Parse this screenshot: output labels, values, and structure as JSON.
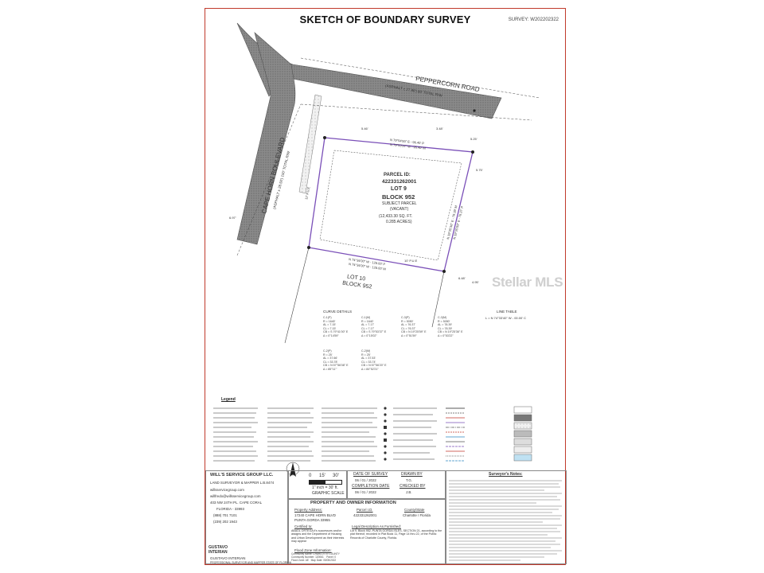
{
  "sheet": {
    "title": "SKETCH OF BOUNDARY SURVEY",
    "survey_number": "SURVEY: W202202322"
  },
  "streets": {
    "peppercorn_name": "PEPPERCORN ROAD",
    "peppercorn_sub": "(ASPHALT ± 27.80') 80' TOTAL R/W",
    "capehorn_name": "CAPE HORN BOULEVARD",
    "capehorn_sub": "(ASPHALT ± 28.50') 100' TOTAL R/W"
  },
  "parcel": {
    "id_label": "PARCEL ID:",
    "id": "422331262001",
    "lot": "LOT 9",
    "block": "BLOCK 952",
    "subject": "SUBJECT PARCEL",
    "status": "(VACANT)",
    "area_sqft": "(12,433.30 SQ. FT.",
    "area_acres": "0.285 ACRES)"
  },
  "adjacent": {
    "lot": "LOT 10",
    "block": "BLOCK 952"
  },
  "watermark": "Stellar MLS",
  "curve_details": {
    "title": "CURVE DETAILS",
    "curves": [
      "C-1(P)\nR = 1640'\nAL = 7.15'\nCL = 7.15'\nCB = S 79°41'00\" E\nΔ = 0°14'59\"",
      "C-1(M)\nR = 1640'\nAL = 7.17'\nCL = 7.17'\nCB = S 79°53'37\" E\nΔ = 0°15'02\"",
      "C-3(P)\nR = 5050'\nAL = 76.37'\nCL = 76.37'\nCB = N 19°25'59\" E\nΔ = 0°51'59\"",
      "C-3(M)\nR = 5050'\nAL = 78.39'\nCL = 78.39'\nCB = N 19°25'36\" E\nΔ = 0°53'22\"",
      "C-2(P)\nR = 25'\nAL = 37.66'\nCL = 33.78'\nCB = N 57°56'08\" E\nΔ = 85°11'\"",
      "C-2(M)\nR = 25'\nAL = 37.53'\nCL = 33.74'\nCB = N 57°56'20\" E\nΔ = 84°52'21\""
    ]
  },
  "line_table": {
    "title": "LINE TABLE",
    "rows": [
      "L = N 74°33'40\" W - 00.00' C"
    ]
  },
  "legend": {
    "title": "Legend"
  },
  "company": {
    "name": "WILL'S SERVICE GROUP LLC.",
    "role": "LAND SURVEYOR & MAPPER L.B.8474",
    "email1": "willsservicegroup.com",
    "email2": "willfredo@willsservicegroup.com",
    "address": "403 NW 24TH PL. CAPE CORAL",
    "state": "FLORIDA - 33993",
    "phone1": "(888) 701 7101",
    "phone2": "(239) 202 1943"
  },
  "signature": {
    "name": "GUSTAVO INTERIAN",
    "full_name": "GUSTAVO INTERIAN",
    "license": "PROFESSIONAL SURVEYOR AND MAPPER STATE OF FLORIDA"
  },
  "scale": {
    "ticks": [
      "0",
      "15'",
      "30'"
    ],
    "ratio": "1\" inch = 30' ft.",
    "label": "GRAPHIC SCALE"
  },
  "dates": {
    "survey_label": "DATE OF SURVEY",
    "survey_value": "06 / 01 / 2022",
    "completion_label": "COMPLETION DATE",
    "completion_value": "06 / 01 / 2022",
    "drawn_label": "DRAWN BY",
    "drawn_value": "T.G.",
    "checked_label": "CHECKED BY",
    "checked_value": "J.B."
  },
  "property": {
    "header": "PROPERTY AND OWNER INFORMATION",
    "address_label": "Property Address:",
    "address": "17240 CAPE HORN BLVD",
    "city": "PUNTA GORDA 33955",
    "parcel_label": "Parcel I.D.",
    "parcel": "422331262001",
    "county_label": "County/State",
    "county": "Charlotte / Florida",
    "certified_label": "Certified to:",
    "certified": "ABADL ORTEGA it's successors and/or assigns and the Department of Housing and Urban Development as their interests may appear",
    "legal_label": "Legal Description As Furnished:",
    "legal": "Lot 9, Block 952, PUNTA GORDA ISLES, SECTION 21, according to the plat thereof, recorded in Plat Book 11, Page 14 thru 22, of the Public Records of Charlotte County, Florida.",
    "flood_label": "Flood Zone Information:",
    "flood": "Community Name: CHARLOTTE COUNTY\nCommunity Number: 120061    Panel: 0\nFlood Zone: AE   Map Date: 05/05/2022"
  },
  "notes": {
    "title": "Surveyor's Notes:"
  }
}
